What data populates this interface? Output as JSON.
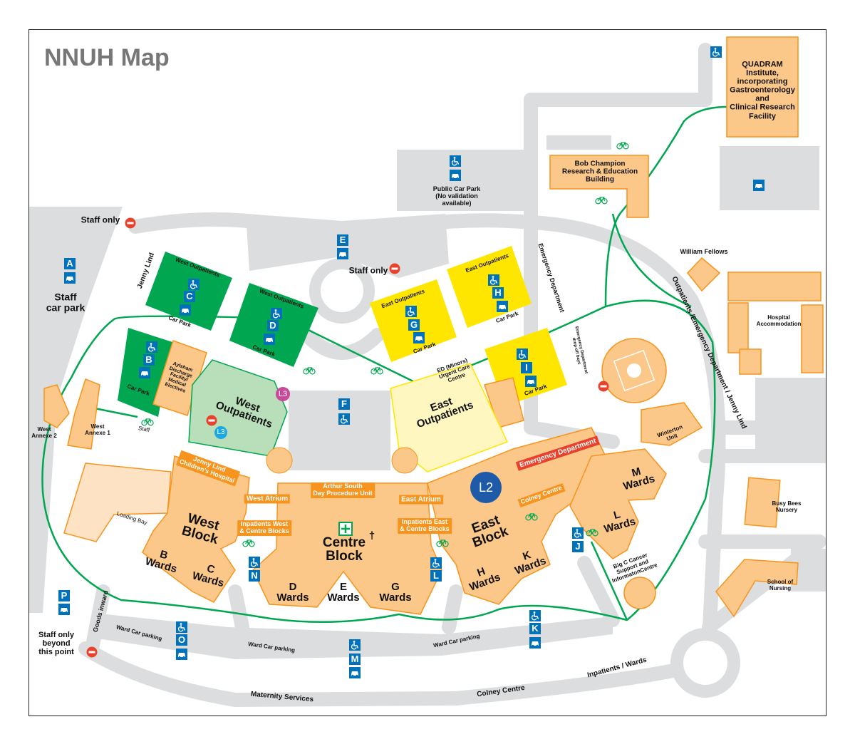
{
  "title": "NNUH Map",
  "colors": {
    "building": "#fcc88a",
    "building_edge": "#f7941d",
    "road": "#dcdddf",
    "green_car_park": "#00a650",
    "yellow_car_park": "#ffe600",
    "west_outpatients": "#b8dfb9",
    "east_outpatients": "#fff6c0",
    "footpath": "#00a650",
    "sign_blue": "#0072bc",
    "emergency_red": "#e8412c",
    "l2": "#1e5aa8",
    "l3_pink": "#c94a9b",
    "l3_blue": "#1ba9e1"
  },
  "buildings": {
    "quadram": "QUADRAM\nInstitute,\nincorporating\nGastroenterology\nand\nClinical Research\nFacility",
    "bob_champion": "Bob Champion\nResearch & Education\nBuilding",
    "william_fellows": "William Fellows",
    "hospital_accommodation": "Hospital\nAccommodation",
    "winterton": "Winterton\nUnit",
    "busy_bees": "Busy Bees\nNursery",
    "school_nursing": "School of\nNursing",
    "big_c": "Big C Cancer\nSupport and\nInformatonCentre",
    "west_annexe_1": "West\nAnnexe 1",
    "west_annexe_2": "West\nAnnexe 2",
    "aylsham": "Aylsham\nDischarge\nFacility/\nMedical\nElectives",
    "west_outpatients": "West\nOutpatients",
    "east_outpatients": "East\nOutpatients",
    "ed_minors": "ED (Minors)\nUrgent Care\nCentre",
    "jenny_lind": "Jenny Lind\nChildren's Hospital",
    "emergency_department": "Emergency Department",
    "west_block": "West\nBlock",
    "centre_block": "Centre\nBlock",
    "east_block": "East\nBlock",
    "b_wards": "B\nWards",
    "c_wards": "C\nWards",
    "d_wards": "D\nWards",
    "e_wards": "E\nWards",
    "g_wards": "G\nWards",
    "h_wards": "H\nWards",
    "k_wards": "K\nWards",
    "l_wards": "L\nWards",
    "m_wards": "M\nWards",
    "loading_bay": "Loading Bay",
    "colney_centre": "Colney Centre",
    "west_atrium": "West Atrium",
    "east_atrium": "East Atrium",
    "arthur_south": "Arthur South\nDay Procedure Unit",
    "inpatients_west": "Inpatients West\n& Centre Blocks",
    "inpatients_east": "Inpatients East\n& Centre Blocks",
    "chapel": "†"
  },
  "levels": {
    "l2": "L2",
    "l3_pink": "L3",
    "l3_blue": "L3"
  },
  "car_parks": {
    "public": "Public Car Park\n(No validation\navailable)",
    "staff": "Staff\ncar park",
    "west_outpatients": "West Outpatients",
    "east_outpatients": "East Outpatients",
    "car_park": "Car Park",
    "ward": "Ward Car parking",
    "letters": {
      "A": "A",
      "B": "B",
      "C": "C",
      "D": "D",
      "E": "E",
      "F": "F",
      "G": "G",
      "H": "H",
      "I": "I",
      "J": "J",
      "K": "K",
      "L": "L",
      "M": "M",
      "N": "N",
      "O": "O",
      "P": "P"
    }
  },
  "roads": {
    "jenny_lind": "Jenny Lind",
    "emergency_department": "Emergency Department",
    "ed_dropoff": "Emergency Department\ndrop-off bays",
    "outpatients_ed_jl": "Outpatients /Emergency Department / Jenny Lind",
    "goods_inward": "Goods inward",
    "maternity": "Maternity Services",
    "colney_centre": "Colney Centre",
    "inpatients_wards": "Inpatients / Wards"
  },
  "notices": {
    "staff_only": "Staff only",
    "staff_only_beyond": "Staff only\nbeyond\nthis point",
    "staff_bikes": "Staff"
  }
}
